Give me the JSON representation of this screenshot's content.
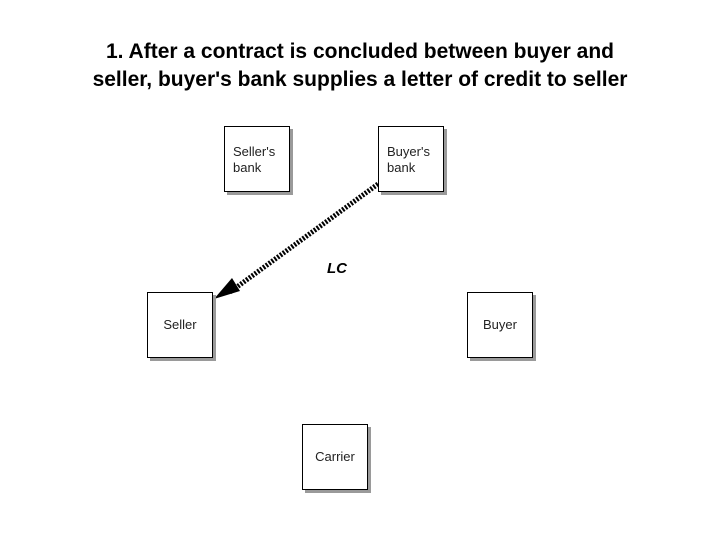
{
  "title": {
    "line1": "1. After a contract is concluded between buyer and",
    "line2": "seller, buyer's bank supplies a letter of credit to seller"
  },
  "nodes": {
    "sellers_bank": {
      "line1": "Seller's",
      "line2": "bank"
    },
    "buyers_bank": {
      "line1": "Buyer's",
      "line2": "bank"
    },
    "seller": {
      "label": "Seller"
    },
    "buyer": {
      "label": "Buyer"
    },
    "carrier": {
      "label": "Carrier"
    }
  },
  "edges": [
    {
      "from": "buyers_bank",
      "to": "seller",
      "label": "LC",
      "style": "dashed-bold"
    }
  ],
  "colors": {
    "arrow": "#000000",
    "box_border": "#000000",
    "box_shadow": "#9a9a9a"
  }
}
